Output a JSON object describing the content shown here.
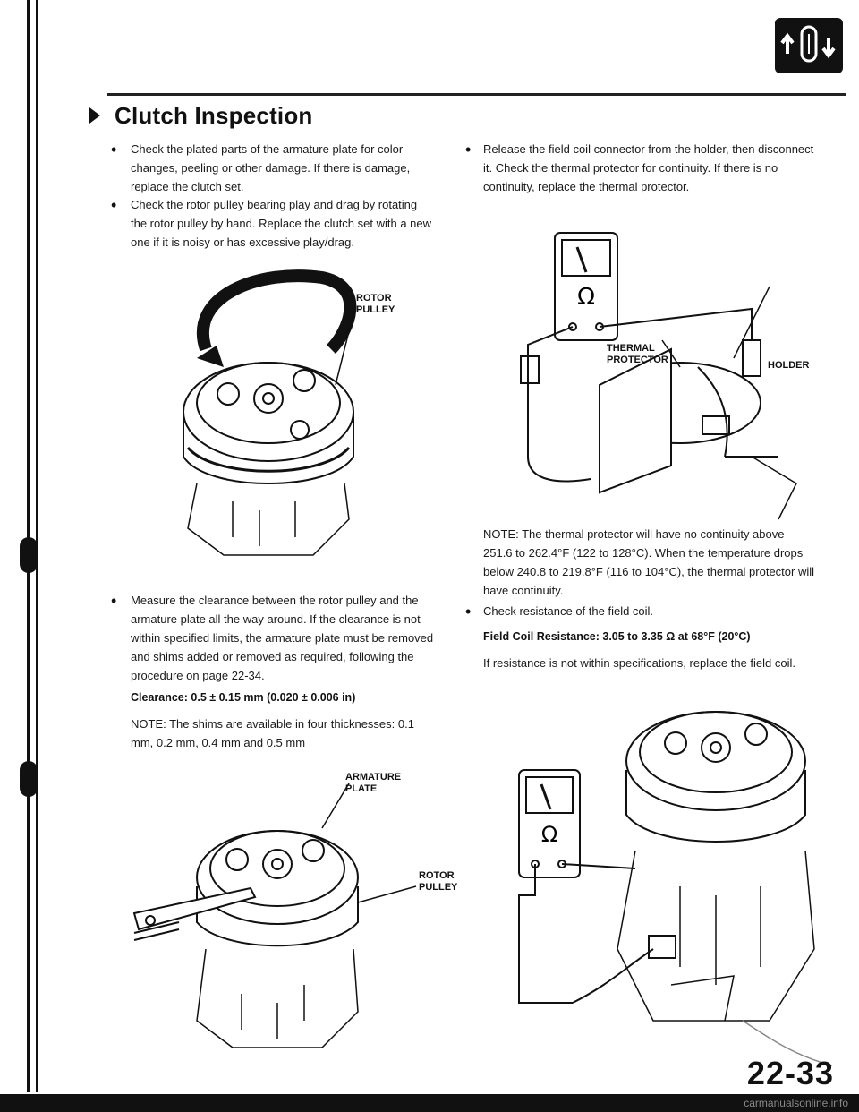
{
  "header": {
    "title": "Clutch Inspection"
  },
  "left_column": {
    "bullet1": "Check the plated parts of the armature plate for color changes, peeling or other damage. If there is damage, replace the clutch set.",
    "bullet2": "Check the rotor pulley bearing play and drag by rotating the rotor pulley by hand. Replace the clutch set with a new one if it is noisy or has excessive play/drag.",
    "fig1_label_rotor": "ROTOR",
    "fig1_label_pulley": "PULLEY",
    "bullet3": "Measure the clearance between the rotor pulley and the armature plate all the way around. If the clearance is not within specified limits, the armature plate must be removed and shims added or removed as required, following the procedure on page 22-34.",
    "clearance_spec": "Clearance: 0.5 ± 0.15 mm (0.020 ± 0.006 in)",
    "note": "NOTE: The shims are available in four thicknesses: 0.1 mm, 0.2 mm, 0.4 mm and 0.5 mm",
    "fig2_label_armature": "ARMATURE",
    "fig2_label_plate": "PLATE",
    "fig2_label_rotor": "ROTOR",
    "fig2_label_pulley": "PULLEY"
  },
  "right_column": {
    "bullet1": "Release the field coil connector from the holder, then disconnect it. Check the thermal protector for continuity. If there is no continuity, replace the thermal protector.",
    "fig3_label_thermal": "THERMAL",
    "fig3_label_protector": "PROTECTOR",
    "fig3_label_holder": "HOLDER",
    "note": "NOTE: The thermal protector will have no continuity above 251.6 to 262.4°F (122 to 128°C). When the temperature drops below 240.8 to 219.8°F (116 to 104°C), the thermal protector will have continuity.",
    "bullet2": "Check resistance of the field coil.",
    "field_coil_spec": "Field Coil Resistance: 3.05 to 3.35 Ω at 68°F (20°C)",
    "bullet2_detail": "If resistance is not within specifications, replace the field coil."
  },
  "page_number": "22-33",
  "watermark": "carmanualsonline.info",
  "icons": [
    "temperature-fan-icon",
    "ohmmeter-icon"
  ]
}
